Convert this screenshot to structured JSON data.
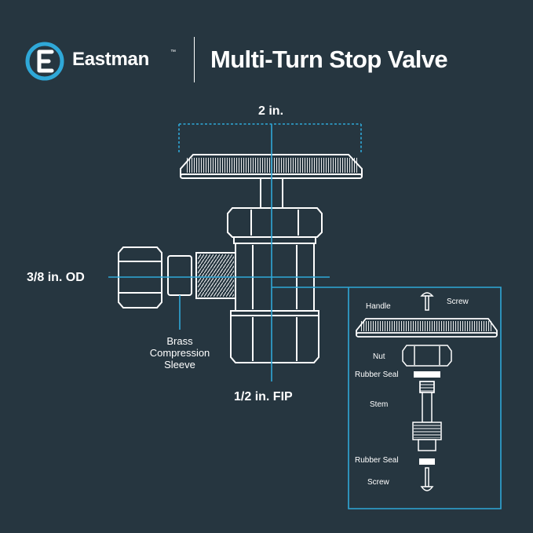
{
  "brand": {
    "name": "Eastman",
    "trademark": "™",
    "logo_icon": "eastman-e-logo-icon",
    "accent_color": "#2fa8d8"
  },
  "title": "Multi-Turn Stop Valve",
  "dimensions": {
    "width_label": "2 in.",
    "inlet_label": "3/8 in. OD",
    "outlet_label": "1/2 in. FIP"
  },
  "callouts": {
    "sleeve_line1": "Brass",
    "sleeve_line2": "Compression",
    "sleeve_line3": "Sleeve"
  },
  "exploded_view": {
    "parts": {
      "handle": "Handle",
      "top_screw": "Screw",
      "nut": "Nut",
      "rubber_seal_top": "Rubber Seal",
      "stem": "Stem",
      "rubber_seal_bottom": "Rubber Seal",
      "bottom_screw": "Screw"
    }
  },
  "colors": {
    "background": "#263640",
    "line": "#ffffff",
    "dimension": "#2fa8d8"
  }
}
